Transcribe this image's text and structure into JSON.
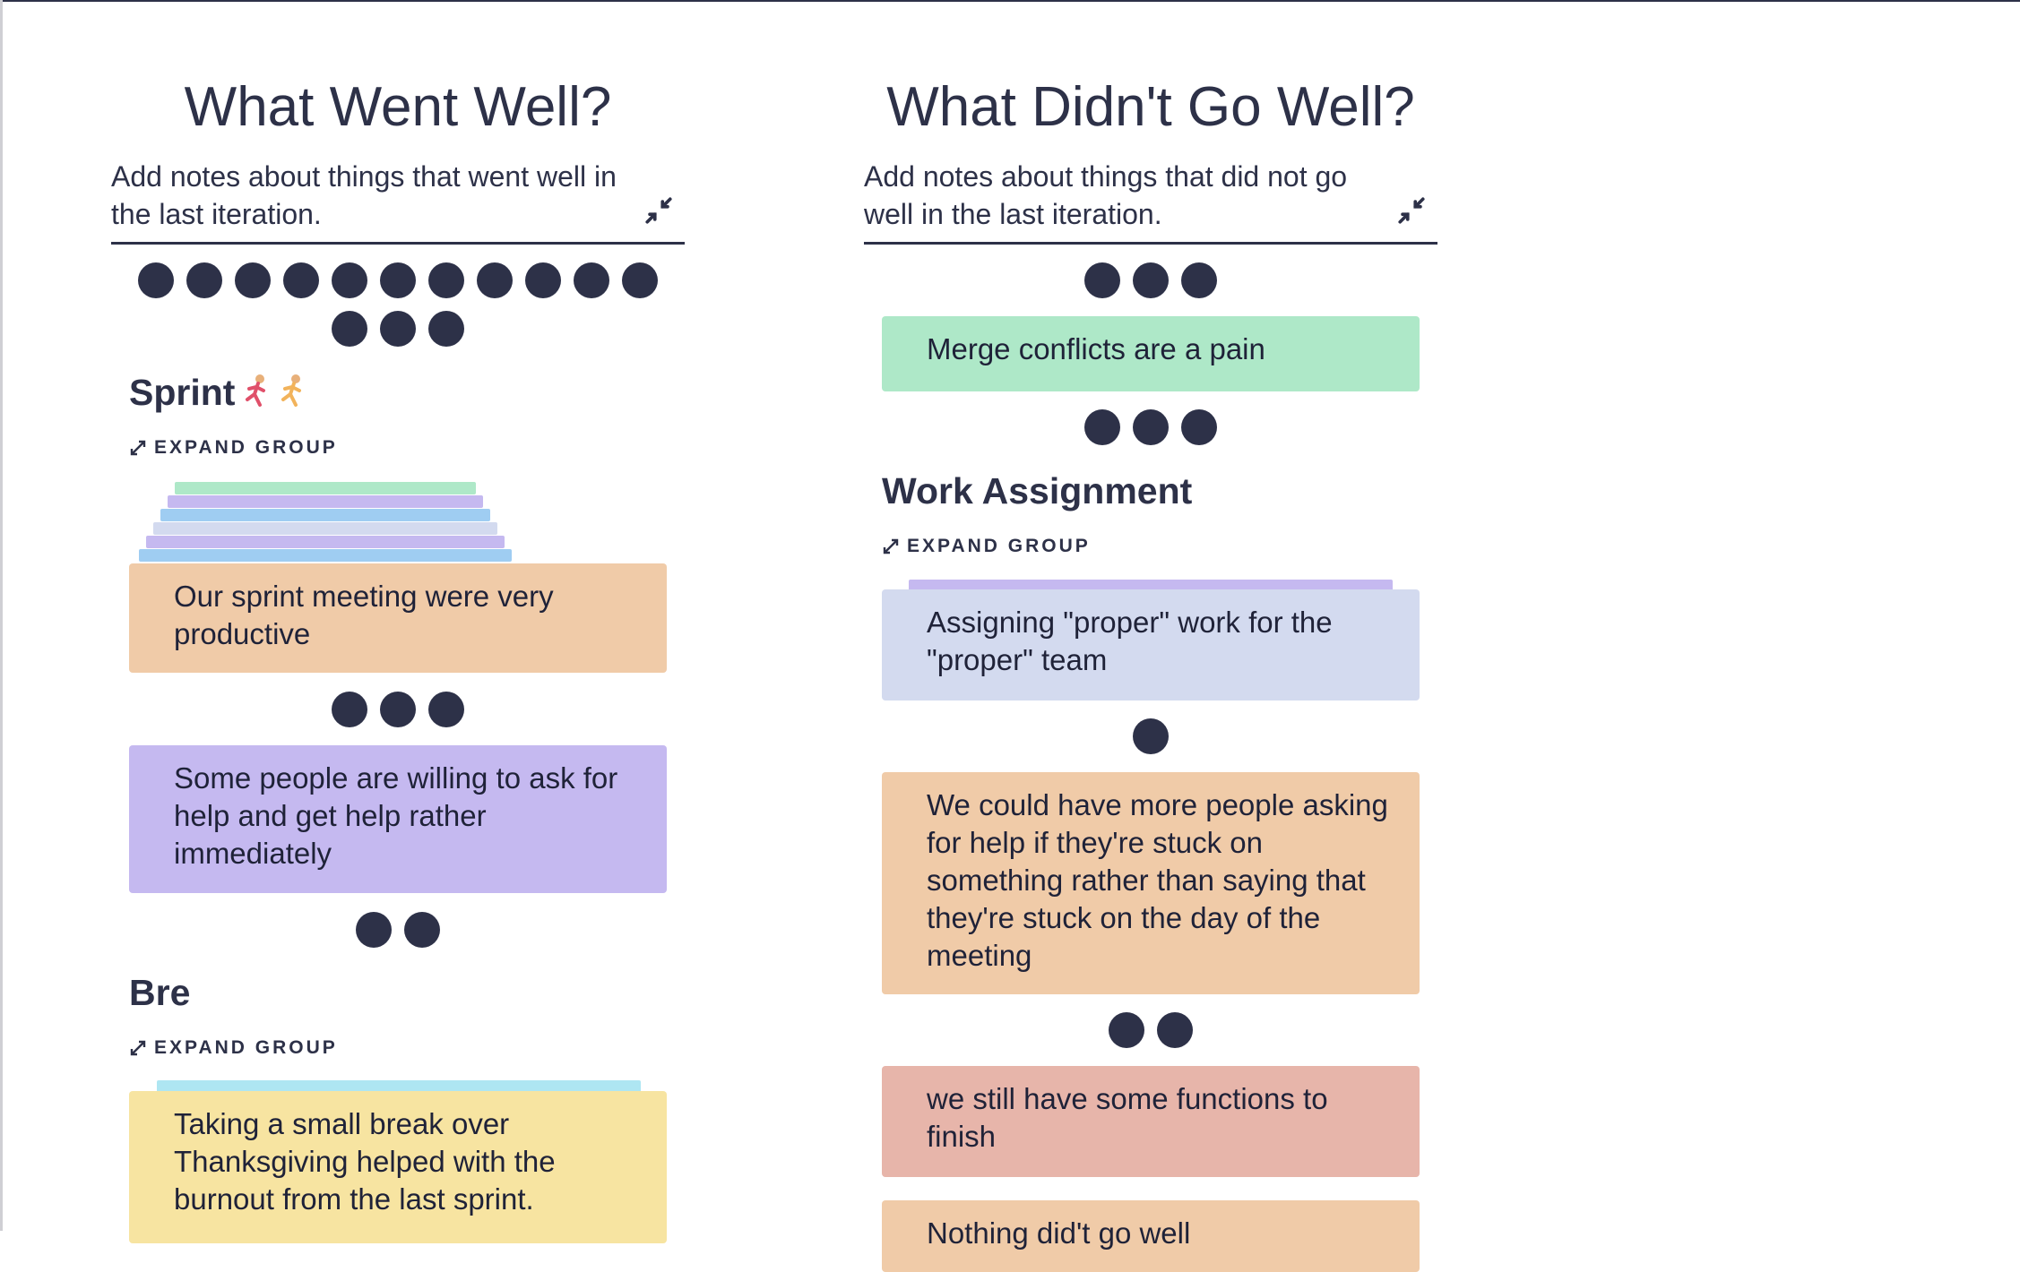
{
  "colors": {
    "ink": "#2d3148",
    "green": "#aee8c8",
    "peach": "#f0cba8",
    "purple": "#c5b9f0",
    "lavender": "#d3daef",
    "blue": "#9fcdf2",
    "cyan": "#aee6f2",
    "yellow": "#f7e4a1",
    "salmon": "#e7b5aa"
  },
  "columns": [
    {
      "title": "What Went Well?",
      "description": "Add notes about things that went well in the last iteration.",
      "collapse_icon": "collapse-arrows-icon",
      "vote_dots": 14,
      "groups": [
        {
          "title": "Sprint",
          "expand_label": "EXPAND GROUP",
          "stacked_card_colors": [
            "green",
            "purple",
            "blue",
            "lavender",
            "purple",
            "blue"
          ],
          "card": {
            "text": "Our sprint meeting were very productive",
            "color": "peach"
          },
          "card_votes": 3
        }
      ],
      "cards": [
        {
          "text": "Some people are willing to ask for help and get help rather immediately",
          "color": "purple",
          "votes": 2
        }
      ],
      "group2": {
        "title": "Bre",
        "expand_label": "EXPAND GROUP",
        "stacked_card_colors": [
          "cyan"
        ],
        "card": {
          "text": "Taking a small break over Thanksgiving helped with the burnout from the last sprint.",
          "color": "yellow"
        }
      }
    },
    {
      "title": "What Didn't Go Well?",
      "description": "Add notes about things that did not go well in the last iteration.",
      "collapse_icon": "collapse-arrows-icon",
      "vote_dots": 3,
      "cards_top": [
        {
          "text": "Merge conflicts are a pain",
          "color": "green",
          "votes": 3
        }
      ],
      "group": {
        "title": "Work Assignment",
        "expand_label": "EXPAND GROUP",
        "stacked_card_colors": [
          "purple"
        ],
        "card": {
          "text": "Assigning \"proper\" work for the \"proper\" team",
          "color": "lavender"
        },
        "card_votes": 1
      },
      "cards": [
        {
          "text": "We could have more people asking for help if they're stuck on something rather than saying that they're stuck on the day of the meeting",
          "color": "peach",
          "votes": 2
        },
        {
          "text": "we still have some functions to finish",
          "color": "salmon"
        },
        {
          "text": "Nothing did't go well",
          "color": "peach"
        }
      ]
    }
  ]
}
